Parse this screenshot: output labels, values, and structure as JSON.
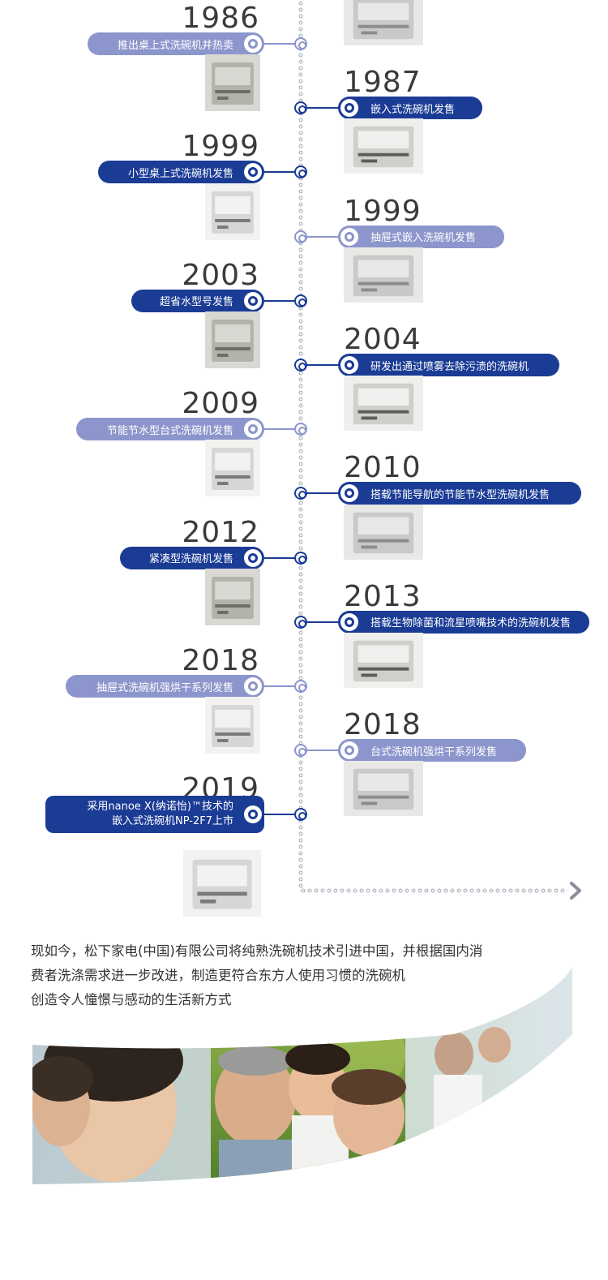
{
  "timeline": [
    {
      "year": "1986",
      "label": "推出桌上式洗碗机并热卖",
      "side": "left",
      "style": "light",
      "image": "dishwasher-kitchen-photo"
    },
    {
      "year": "1987",
      "label": "嵌入式洗碗机发售",
      "side": "right",
      "style": "dark",
      "image": "countertop-dishwasher-photo"
    },
    {
      "year": "1999",
      "label": "小型桌上式洗碗机发售",
      "side": "left",
      "style": "dark",
      "image": "built-in-dishwasher-photo"
    },
    {
      "year": "1999",
      "label": "抽屉式嵌入洗碗机发售",
      "side": "right",
      "style": "light",
      "image": "compact-dishwasher-photo"
    },
    {
      "year": "2003",
      "label": "超省水型号发售",
      "side": "left",
      "style": "dark",
      "image": "drawer-dishwasher-photo"
    },
    {
      "year": "2004",
      "label": "研发出通过喷雾去除污渍的洗碗机",
      "side": "right",
      "style": "dark",
      "image": "silver-dishwasher-photo"
    },
    {
      "year": "2009",
      "label": "节能节水型台式洗碗机发售",
      "side": "left",
      "style": "light",
      "image": "orange-drawer-dishwasher-photo"
    },
    {
      "year": "2010",
      "label": "搭载节能导航的节能节水型洗碗机发售",
      "side": "right",
      "style": "dark",
      "image": "dark-door-dishwasher-photo"
    },
    {
      "year": "2012",
      "label": "紧凑型洗碗机发售",
      "side": "left",
      "style": "dark",
      "image": "open-drawer-dishwasher-photo"
    },
    {
      "year": "2013",
      "label": "搭载生物除菌和流星喷嘴技术的洗碗机发售",
      "side": "right",
      "style": "dark",
      "image": "white-countertop-dishwasher-photo"
    },
    {
      "year": "2018",
      "label": "抽屉式洗碗机强烘干系列发售",
      "side": "left",
      "style": "light",
      "image": "white-drawer-dishwasher-photo"
    },
    {
      "year": "2018",
      "label": "台式洗碗机强烘干系列发售",
      "side": "right",
      "style": "light",
      "image": "wood-cabinet-dishwasher-photo"
    },
    {
      "year": "2019",
      "label": "采用nanoe X(纳诺怡)™技术的\n嵌入式洗碗机NP-2F7上市",
      "side": "left",
      "style": "dark",
      "image": "white-compact-dishwasher-photo"
    }
  ],
  "last_image": "black-built-in-dishwasher-photo",
  "intro": {
    "line1": "现如今，松下家电(中国)有限公司将纯熟洗碗机技术引进中国，并根据国内消",
    "line2": "费者洗涤需求进一步改进，制造更符合东方人使用习惯的洗碗机",
    "line3": "创造令人憧憬与感动的生活新方式"
  },
  "colors": {
    "dark": "#1b3c95",
    "light": "#8c96cc",
    "text": "#333333",
    "spine": "#9aa0ae"
  }
}
